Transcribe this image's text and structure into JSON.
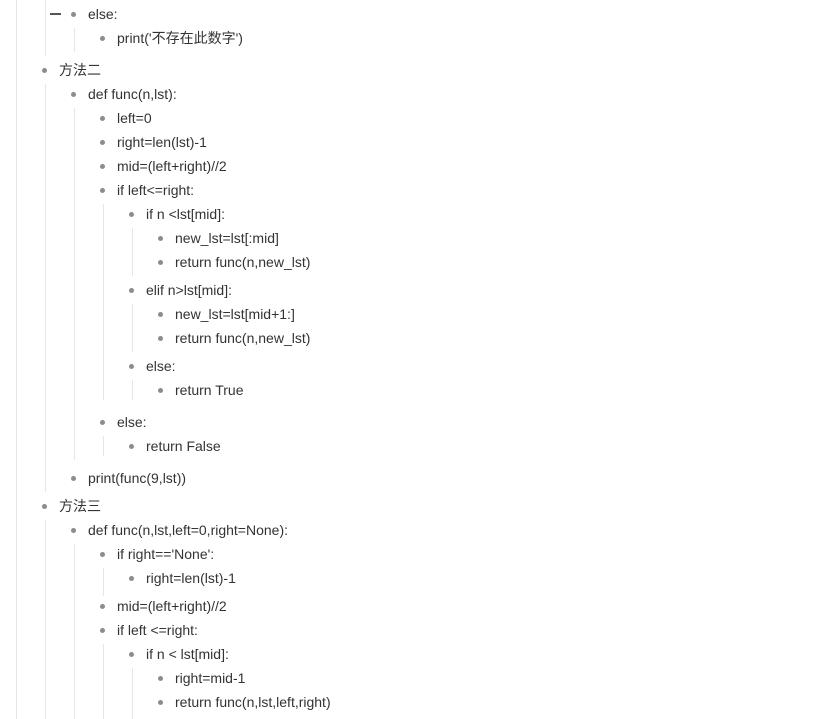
{
  "outline": {
    "items": [
      {
        "text": "else:",
        "level": 1,
        "collapse": true
      },
      {
        "text": "print('不存在此数字')",
        "level": 2
      },
      {
        "text": "方法二",
        "level": 0
      },
      {
        "text": "def func(n,lst):",
        "level": 1
      },
      {
        "text": "left=0",
        "level": 2
      },
      {
        "text": "right=len(lst)-1",
        "level": 2
      },
      {
        "text": "mid=(left+right)//2",
        "level": 2
      },
      {
        "text": "if left<=right:",
        "level": 2
      },
      {
        "text": "if n <lst[mid]:",
        "level": 3
      },
      {
        "text": "new_lst=lst[:mid]",
        "level": 4
      },
      {
        "text": "return func(n,new_lst)",
        "level": 4
      },
      {
        "text": "elif n>lst[mid]:",
        "level": 3
      },
      {
        "text": "new_lst=lst[mid+1:]",
        "level": 4
      },
      {
        "text": "return func(n,new_lst)",
        "level": 4
      },
      {
        "text": "else:",
        "level": 3
      },
      {
        "text": "return True",
        "level": 4
      },
      {
        "text": "else:",
        "level": 2
      },
      {
        "text": "return False",
        "level": 3
      },
      {
        "text": "print(func(9,lst))",
        "level": 1
      },
      {
        "text": "方法三",
        "level": 0
      },
      {
        "text": "def func(n,lst,left=0,right=None):",
        "level": 1
      },
      {
        "text": "if right=='None':",
        "level": 2
      },
      {
        "text": "right=len(lst)-1",
        "level": 3
      },
      {
        "text": "mid=(left+right)//2",
        "level": 2
      },
      {
        "text": "if left <=right:",
        "level": 2
      },
      {
        "text": "if n < lst[mid]:",
        "level": 3
      },
      {
        "text": "right=mid-1",
        "level": 4
      },
      {
        "text": "return func(n,lst,left,right)",
        "level": 4
      }
    ]
  }
}
